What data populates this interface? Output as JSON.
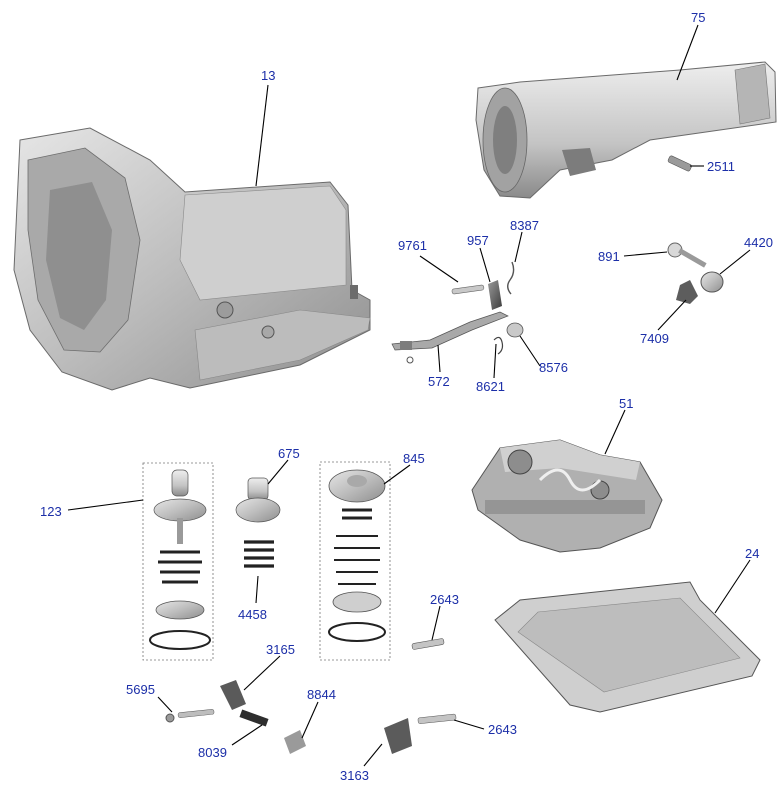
{
  "callouts": {
    "c13": "13",
    "c75": "75",
    "c2511": "2511",
    "c9761": "9761",
    "c957": "957",
    "c8387": "8387",
    "c891": "891",
    "c4420": "4420",
    "c7409": "7409",
    "c572": "572",
    "c8621": "8621",
    "c8576": "8576",
    "c51": "51",
    "c123": "123",
    "c675": "675",
    "c845": "845",
    "c4458": "4458",
    "c24": "24",
    "c2643a": "2643",
    "c3165": "3165",
    "c5695": "5695",
    "c8844": "8844",
    "c8039": "8039",
    "c2643b": "2643",
    "c3163": "3163"
  },
  "colors": {
    "callout_text": "#1c2fa8",
    "leader": "#000000",
    "metal_light": "#d8d8d8",
    "metal_mid": "#b8b8b8",
    "metal_dark": "#7a7a7a"
  }
}
